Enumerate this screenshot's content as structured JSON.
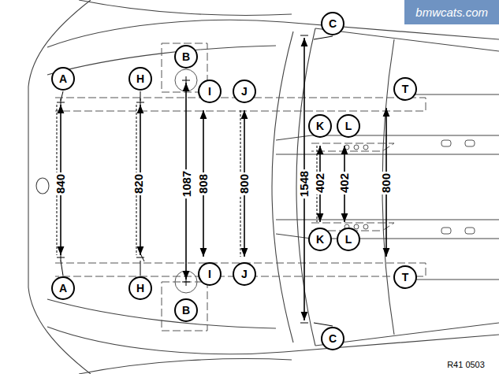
{
  "diagram": {
    "nodes": [
      {
        "text": [
          "C"
        ]
      },
      {
        "text": [
          "B"
        ]
      },
      {
        "text": [
          "A"
        ]
      },
      {
        "text": [
          "H"
        ]
      },
      {
        "text": [
          "I"
        ]
      },
      {
        "text": [
          "J"
        ]
      },
      {
        "text": [
          "T"
        ]
      },
      {
        "text": [
          "K"
        ]
      },
      {
        "text": [
          "L"
        ]
      },
      {
        "text": [
          "K"
        ]
      },
      {
        "text": [
          "L"
        ]
      },
      {
        "text": [
          "A"
        ]
      },
      {
        "text": [
          "H"
        ]
      },
      {
        "text": [
          "I"
        ]
      },
      {
        "text": [
          "J"
        ]
      },
      {
        "text": [
          "T"
        ]
      },
      {
        "text": [
          "B"
        ]
      },
      {
        "text": [
          "C"
        ]
      }
    ],
    "labels": [
      "840",
      "820",
      "1087",
      "808",
      "800",
      "1548",
      "402",
      "402",
      "800",
      "bmwcats.com",
      "R41 0503"
    ]
  }
}
